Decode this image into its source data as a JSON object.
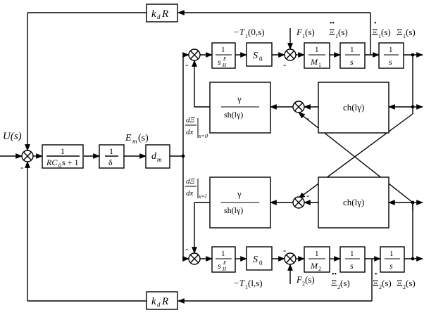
{
  "diagram": {
    "input_label": "U(s)",
    "feedback_top": {
      "k": "k",
      "d": "d",
      "R": "R"
    },
    "feedback_bottom": {
      "k": "k",
      "d": "d",
      "R": "R"
    },
    "filter_block": {
      "num": "1",
      "den": "RC",
      "den_sub": "0",
      "den_rest": "s + 1"
    },
    "delta_block": {
      "num": "1",
      "den": "δ"
    },
    "em_label": {
      "E": "E",
      "sub": "m",
      "rest": "(s)"
    },
    "dm_block": {
      "d": "d",
      "sub": "m"
    },
    "deriv_top": {
      "num": "dΞ",
      "den": "dx",
      "sub": "x=0"
    },
    "deriv_bottom": {
      "num": "dΞ",
      "den": "dx",
      "sub": "x=l"
    },
    "stiff_top": {
      "num": "1",
      "den": "s",
      "den_sub": "H",
      "den_sup": "E"
    },
    "stiff_bottom": {
      "num": "1",
      "den": "s",
      "den_sub": "H",
      "den_sup": "E"
    },
    "s0_top": {
      "S": "S",
      "sub": "0"
    },
    "s0_bottom": {
      "S": "S",
      "sub": "0"
    },
    "T_top": {
      "pre": "−T",
      "sub": "1",
      "args": "(0,s)"
    },
    "T_bottom": {
      "pre": "−T",
      "sub": "1",
      "args": "(l,s)"
    },
    "F_top": {
      "F": "F",
      "sub": "1",
      "rest": "(s)"
    },
    "F_bottom": {
      "F": "F",
      "sub": "2",
      "rest": "(s)"
    },
    "mass_top": {
      "num": "1",
      "den": "M",
      "den_sub": "1"
    },
    "mass_bottom": {
      "num": "1",
      "den": "M",
      "den_sub": "2"
    },
    "int_num": "1",
    "int_den": "s",
    "accel_top": {
      "xi": "Ξ",
      "sub": "1",
      "rest": "(s)"
    },
    "vel_top": {
      "xi": "Ξ",
      "sub": "1",
      "rest": "(s)"
    },
    "pos_top": {
      "xi": "Ξ",
      "sub": "1",
      "rest": "(s)"
    },
    "accel_bottom": {
      "xi": "Ξ",
      "sub": "2",
      "rest": "(s)"
    },
    "vel_bottom": {
      "xi": "Ξ",
      "sub": "2",
      "rest": "(s)"
    },
    "pos_bottom": {
      "xi": "Ξ",
      "sub": "2",
      "rest": "(s)"
    },
    "gamma_block": {
      "num": "γ",
      "den": "sh(lγ)"
    },
    "ch_block": "ch(lγ)",
    "minus": "-"
  }
}
